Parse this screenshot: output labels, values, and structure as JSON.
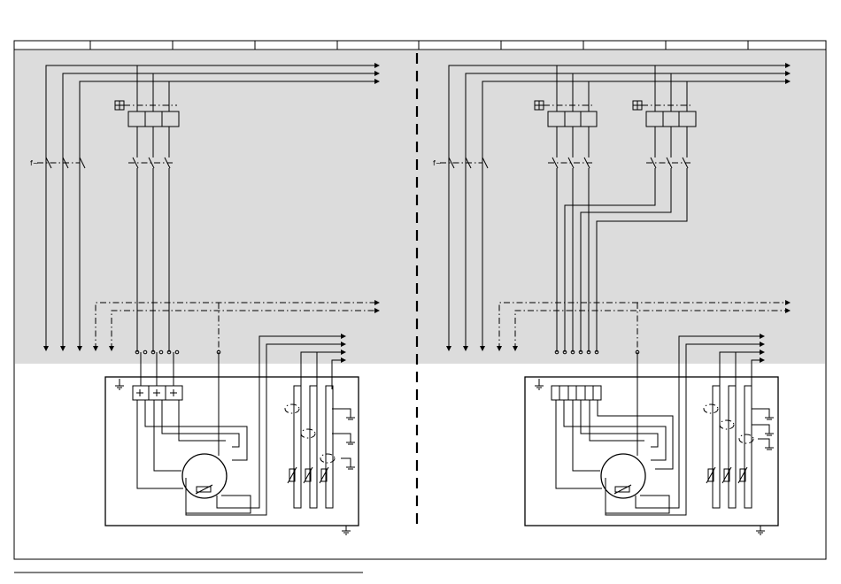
{
  "drawing": {
    "background_color": "#ffffff",
    "supply_zone_color": "#dcdcdc",
    "line_color": "#000000",
    "header_columns": 10,
    "frequency_symbol": "f~"
  },
  "schematics": [
    {
      "id": "left",
      "contactor_groups": 1,
      "motor_terminals": 3,
      "ground_symbol": "earth"
    },
    {
      "id": "right",
      "contactor_groups": 2,
      "motor_terminals": 6,
      "ground_symbol": "earth"
    }
  ]
}
